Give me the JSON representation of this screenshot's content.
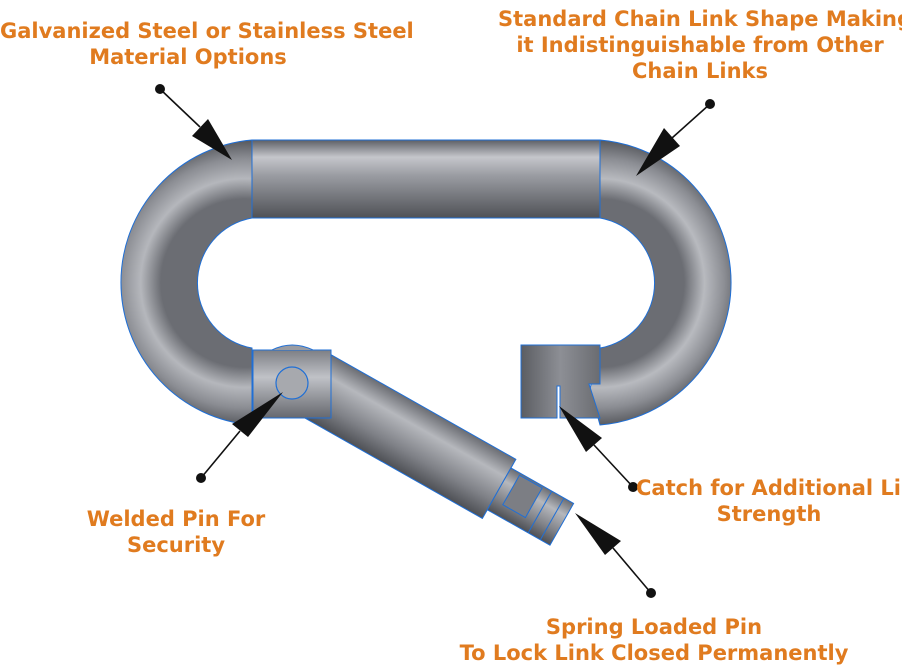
{
  "colors": {
    "label": "#e07b1f",
    "outline": "#1f6fd6",
    "steel_light": "#c8c9ce",
    "steel_mid": "#8e9097",
    "steel_dark": "#55575d",
    "leader": "#111111"
  },
  "callouts": {
    "material": {
      "lines": [
        "Galvanized Steel or Stainless Steel",
        "Material Options"
      ]
    },
    "shape": {
      "lines": [
        "Standard Chain Link Shape Making",
        "it Indistinguishable from Other",
        "Chain Links"
      ]
    },
    "pin": {
      "lines": [
        "Welded Pin For",
        "Security"
      ]
    },
    "catch": {
      "lines": [
        "Catch for Additional Link",
        "Strength"
      ]
    },
    "spring": {
      "lines": [
        "Spring Loaded Pin",
        "To Lock Link Closed Permanently"
      ]
    }
  }
}
